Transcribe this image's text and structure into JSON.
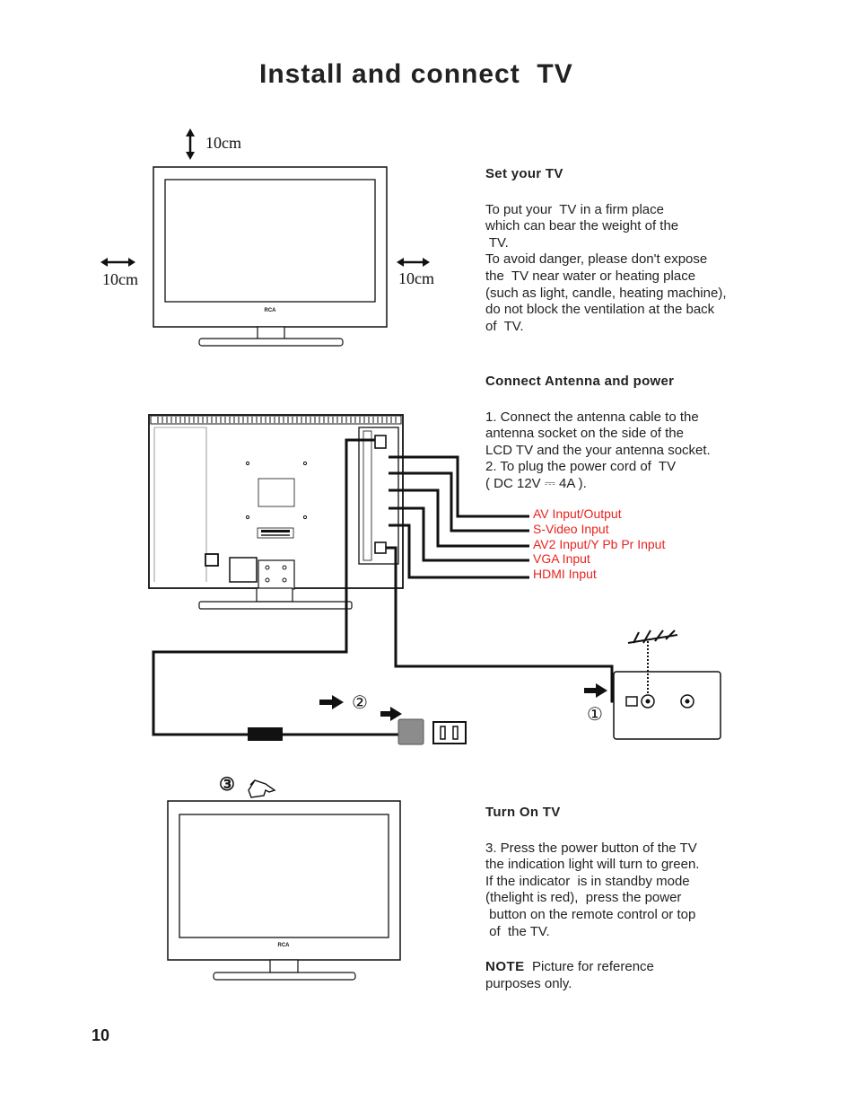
{
  "page_title": "Install and connect  TV",
  "page_number": "10",
  "dimensions": {
    "top": "10cm",
    "left": "10cm",
    "right": "10cm"
  },
  "brand_logo": "RCA",
  "set_tv": {
    "heading": "Set your  TV",
    "lines": [
      "To put your  TV in a firm place",
      "which can bear the weight of the",
      " TV.",
      "To avoid danger, please don't expose",
      "the  TV near water or heating place",
      "(such as light, candle, heating machine),",
      "do not block the ventilation at the back",
      "of  TV."
    ]
  },
  "connect": {
    "heading": "Connect Antenna and power",
    "lines": [
      "1. Connect the antenna cable to the",
      "antenna socket on the side of the",
      "LCD TV and the your antenna socket.",
      "2. To plug the power cord of  TV",
      "( DC 12V ⎓ 4A )."
    ]
  },
  "port_labels": [
    "AV Input/Output",
    "S-Video Input",
    "AV2 Input/Y Pb Pr Input",
    "VGA Input",
    "HDMI Input"
  ],
  "steps": {
    "one": "①",
    "two": "②",
    "three": "③"
  },
  "turn_on": {
    "heading": "Turn On  TV",
    "lines": [
      "3. Press the power button of the TV",
      "the indication light will turn to green.",
      "If the indicator  is in standby mode",
      "(thelight is red),  press the power",
      " button on the remote control or top",
      " of  the TV."
    ],
    "note_label": "NOTE",
    "note_text": "  Picture for reference",
    "note_text2": "purposes only."
  },
  "colors": {
    "label_red": "#e8231f",
    "line": "#111111"
  }
}
